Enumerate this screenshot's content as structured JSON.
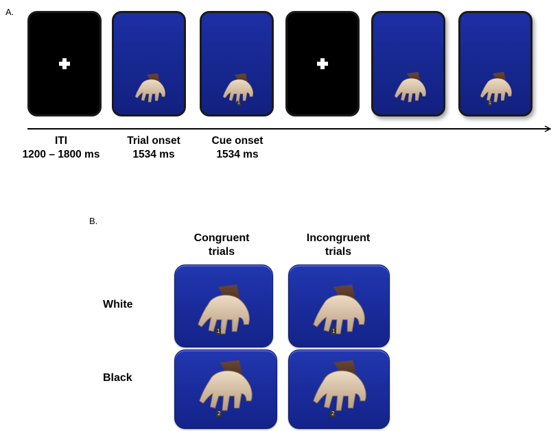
{
  "panel_a": {
    "label": "A.",
    "captions": [
      {
        "line1": "ITI",
        "line2": "1200 – 1800 ms"
      },
      {
        "line1": "Trial onset",
        "line2": "1534 ms"
      },
      {
        "line1": "Cue onset",
        "line2": "1534 ms"
      }
    ],
    "cue_digit": "1"
  },
  "panel_b": {
    "label": "B.",
    "col_headers": [
      {
        "line1": "Congruent",
        "line2": "trials"
      },
      {
        "line1": "Incongruent",
        "line2": "trials"
      }
    ],
    "row_labels": [
      "White",
      "Black"
    ],
    "digits": {
      "white": "1",
      "black": "2"
    }
  },
  "colors": {
    "screen_blue": "#1b2d9e",
    "screen_black": "#000000",
    "hand_light": "#d9c1a4",
    "hand_dark": "#5a3b2c"
  }
}
